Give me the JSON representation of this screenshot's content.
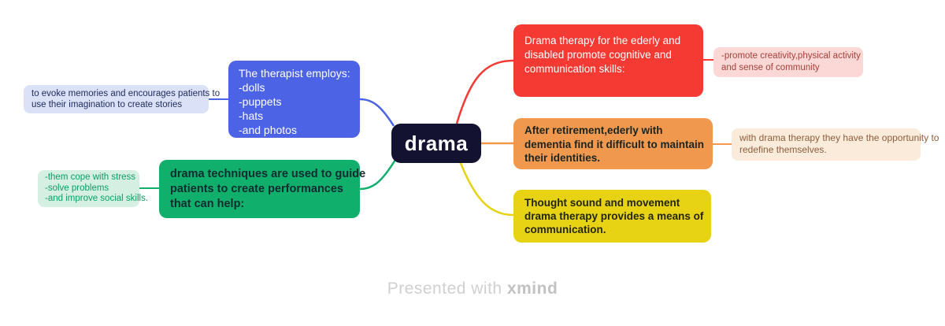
{
  "watermark": {
    "prefix": "Presented with ",
    "brand": "xmind"
  },
  "mindmap": {
    "root": {
      "label": "drama",
      "bg": "#141231",
      "text_color": "#ffffff"
    },
    "branches": {
      "therapist": {
        "color": "#4c63e6",
        "note_bg": "#dbe2f7",
        "topic_lines": [
          "The therapist employs:",
          "-dolls",
          "-puppets",
          "-hats",
          "-and photos"
        ],
        "note_lines": [
          "to evoke memories and encourages patients to",
          "use their imagination to create stories"
        ]
      },
      "techniques": {
        "color": "#10b06c",
        "note_bg": "#d6efe3",
        "topic_lines": [
          "drama techniques are used to guide",
          "patients to create performances",
          "that can help:"
        ],
        "note_lines": [
          "-them cope with stress",
          "-solve problems",
          "-and improve social skills."
        ]
      },
      "therapy": {
        "color": "#f43a32",
        "note_bg": "#fbd8d6",
        "topic_lines": [
          "Drama therapy for the ederly and",
          "disabled promote cognitive and",
          "communication skills:"
        ],
        "note_lines": [
          "-promote creativity,physical activity",
          "and sense of community"
        ]
      },
      "retirement": {
        "color": "#f0994e",
        "note_bg": "#faebdb",
        "topic_lines": [
          "After retirement,ederly with",
          "dementia find it difficult to maintain",
          "their identities."
        ],
        "note_lines": [
          "with drama therapy they have the opportunity to",
          "redefine themselves."
        ]
      },
      "sound": {
        "color": "#e8d214",
        "topic_lines": [
          "Thought sound and movement",
          "drama therapy provides a means of",
          "communication."
        ]
      }
    }
  }
}
